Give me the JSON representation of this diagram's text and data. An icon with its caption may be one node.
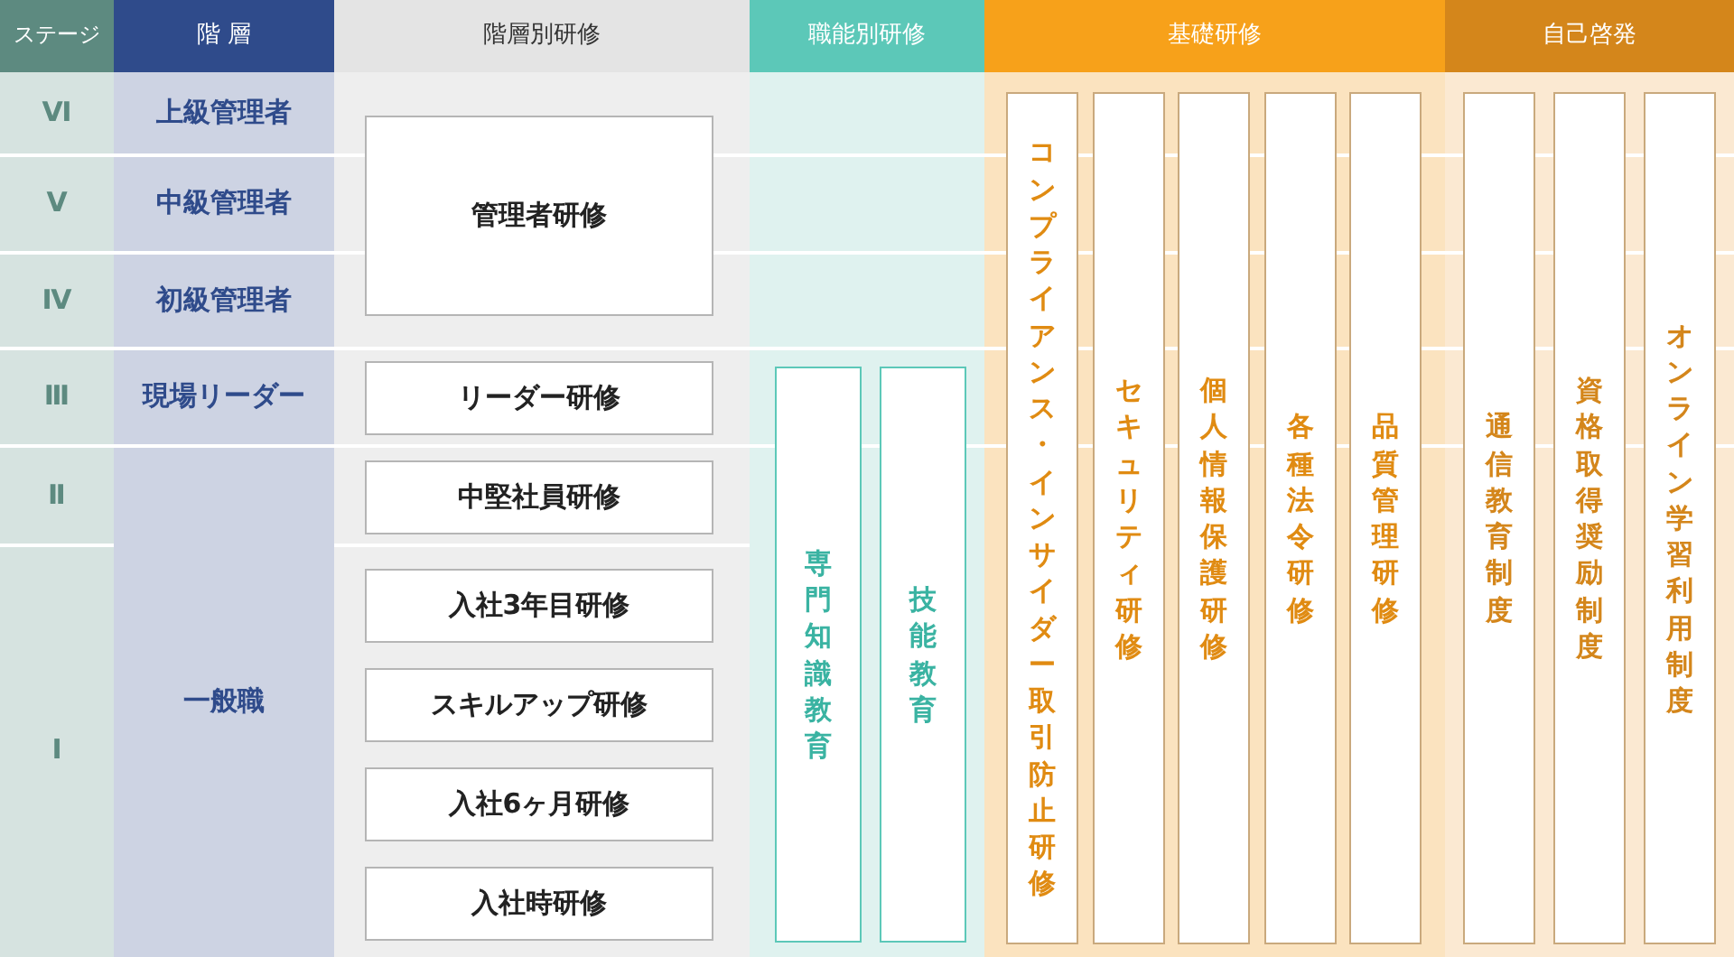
{
  "diagram": {
    "nodes": [
      {
        "text": [
          "ステージ"
        ]
      },
      {
        "text": [
          "階 層"
        ]
      },
      {
        "text": [
          "階層別研修"
        ]
      },
      {
        "text": [
          "職能別研修"
        ]
      },
      {
        "text": [
          "基礎研修"
        ]
      },
      {
        "text": [
          "自己啓発"
        ]
      },
      {
        "text": [
          "Ⅵ"
        ]
      },
      {
        "text": [
          "Ⅴ"
        ]
      },
      {
        "text": [
          "Ⅳ"
        ]
      },
      {
        "text": [
          "Ⅲ"
        ]
      },
      {
        "text": [
          "Ⅱ"
        ]
      },
      {
        "text": [
          "Ⅰ"
        ]
      },
      {
        "text": [
          "上級管理者"
        ]
      },
      {
        "text": [
          "中級管理者"
        ]
      },
      {
        "text": [
          "初級管理者"
        ]
      },
      {
        "text": [
          "現場リーダー"
        ]
      },
      {
        "text": [
          "一般職"
        ]
      },
      {
        "text": [
          "管理者研修"
        ]
      },
      {
        "text": [
          "リーダー研修"
        ]
      },
      {
        "text": [
          "中堅社員研修"
        ]
      },
      {
        "text": [
          "入社3年目研修"
        ]
      },
      {
        "text": [
          "スキルアップ研修"
        ]
      },
      {
        "text": [
          "入社6ヶ月研修"
        ]
      },
      {
        "text": [
          "入社時研修"
        ]
      },
      {
        "text": [
          "専門知識教育"
        ]
      },
      {
        "text": [
          "技能教育"
        ]
      },
      {
        "text": [
          "コンプライアンス・インサイダー取引防止研修"
        ]
      },
      {
        "text": [
          "セキュリティ研修"
        ]
      },
      {
        "text": [
          "個人情報保護研修"
        ]
      },
      {
        "text": [
          "各種法令研修"
        ]
      },
      {
        "text": [
          "品質管理研修"
        ]
      },
      {
        "text": [
          "通信教育制度"
        ]
      },
      {
        "text": [
          "資格取得奨励制度"
        ]
      },
      {
        "text": [
          "オンライン学習利用制度"
        ]
      }
    ]
  }
}
